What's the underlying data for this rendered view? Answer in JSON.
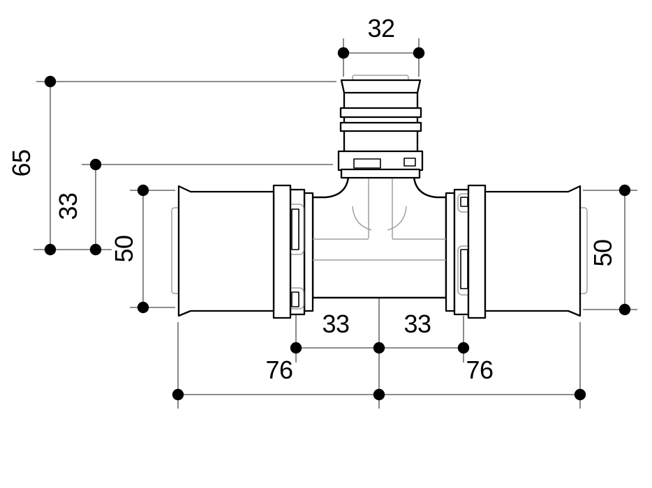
{
  "dimension_labels": {
    "top_width": "32",
    "left_total_height": "65",
    "left_upper_offset": "33",
    "left_diameter": "50",
    "right_diameter": "50",
    "bottom_inner_left": "33",
    "bottom_inner_right": "33",
    "bottom_outer_left": "76",
    "bottom_outer_right": "76"
  },
  "colors": {
    "outline": "#000000",
    "dimension_line": "#7d7d7d",
    "detail_line": "#9e9e9e",
    "marker_dot": "#000000",
    "label_text": "#000000",
    "background": "#ffffff"
  }
}
